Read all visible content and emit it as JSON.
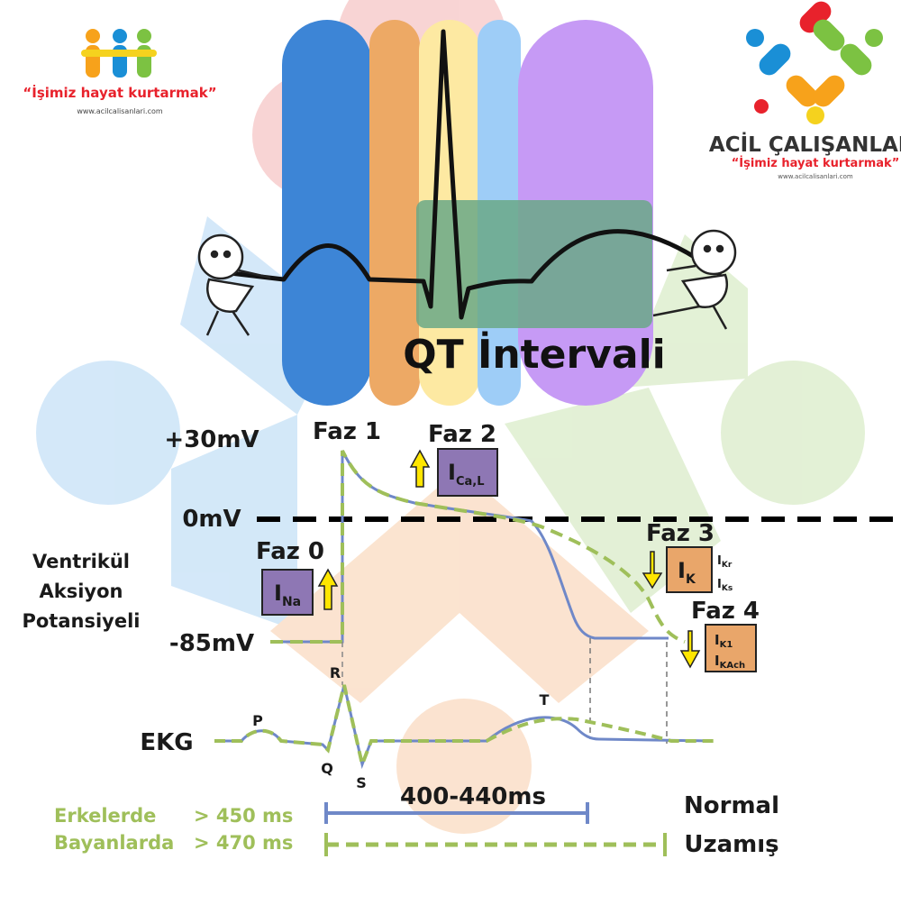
{
  "brand": {
    "slogan_left": "“İşimiz hayat kurtarmak”",
    "url_left": "www.acilcalisanlari.com",
    "name": "ACİL ÇALIŞANLARI",
    "slogan_right": "“İşimiz hayat kurtarmak”",
    "url_right": "www.acilcalisanlari.com",
    "colors": {
      "red": "#e8222c",
      "blue": "#1a8fd6",
      "green": "#7cc242",
      "orange": "#f7a21b",
      "yellow": "#f5d21e"
    }
  },
  "title": "QT İntervali",
  "potential": {
    "side_label_1": "Ventrikül",
    "side_label_2": "Aksiyon",
    "side_label_3": "Potansiyeli",
    "y_top": "+30mV",
    "y_mid": "0mV",
    "y_bottom": "-85mV"
  },
  "phases": {
    "faz0": {
      "title": "Faz 0",
      "current": "I",
      "sub": "Na"
    },
    "faz1": {
      "title": "Faz 1"
    },
    "faz2": {
      "title": "Faz 2",
      "current": "I",
      "sub": "Ca,L"
    },
    "faz3": {
      "title": "Faz 3",
      "current": "I",
      "sub": "K",
      "extra1": "Kr",
      "extra2": "Ks"
    },
    "faz4": {
      "title": "Faz 4",
      "current_a": "I",
      "sub_a": "K1",
      "current_b": "I",
      "sub_b": "KAch"
    }
  },
  "ekg": {
    "label": "EKG",
    "waves": {
      "p": "P",
      "q": "Q",
      "r": "R",
      "s": "S",
      "t": "T"
    }
  },
  "qt": {
    "range": "400-440ms",
    "men": "Erkelerde",
    "men_value": "> 450 ms",
    "women": "Bayanlarda",
    "women_value": "> 470 ms",
    "normal": "Normal",
    "prolonged": "Uzamış"
  },
  "colors": {
    "normal_line": "#6f88c8",
    "prolonged_line": "#9fbf5a",
    "current_box": "#8e77b4",
    "k_box": "#e9a66a",
    "arrow": "#ffe600",
    "stripe_blue": "#3d85d6",
    "stripe_orange": "#eda965",
    "stripe_yellow": "#fde9a2",
    "stripe_lightblue": "#9ecdf7",
    "stripe_purple": "#c69af5",
    "qt_box": "#6aa887"
  }
}
